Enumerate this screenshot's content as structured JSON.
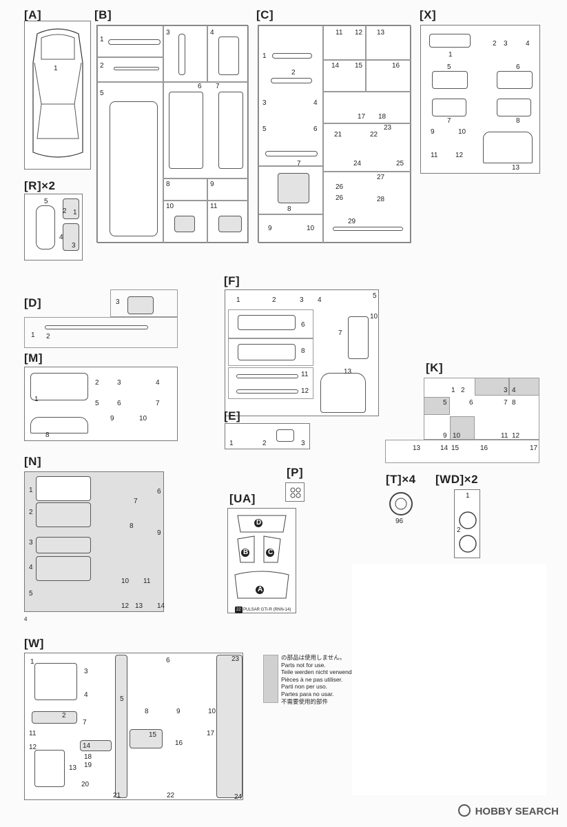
{
  "sections": {
    "A": {
      "label": "[A]",
      "parts": [
        "1"
      ]
    },
    "B": {
      "label": "[B]",
      "parts": [
        "1",
        "2",
        "3",
        "4",
        "5",
        "6",
        "7",
        "8",
        "9",
        "10",
        "11"
      ]
    },
    "C": {
      "label": "[C]",
      "parts": [
        "1",
        "2",
        "3",
        "4",
        "5",
        "6",
        "7",
        "8",
        "9",
        "10",
        "11",
        "12",
        "13",
        "14",
        "15",
        "16",
        "17",
        "18",
        "21",
        "22",
        "23",
        "24",
        "25",
        "26",
        "26",
        "27",
        "28",
        "29"
      ]
    },
    "X": {
      "label": "[X]",
      "parts": [
        "1",
        "2",
        "3",
        "4",
        "5",
        "6",
        "7",
        "8",
        "9",
        "10",
        "11",
        "12",
        "13"
      ]
    },
    "R": {
      "label": "[R]×2",
      "parts": [
        "1",
        "2",
        "3",
        "4",
        "5"
      ]
    },
    "D": {
      "label": "[D]",
      "parts": [
        "1",
        "2",
        "3"
      ]
    },
    "F": {
      "label": "[F]",
      "parts": [
        "1",
        "2",
        "3",
        "4",
        "5",
        "6",
        "7",
        "8",
        "10",
        "11",
        "12",
        "13"
      ]
    },
    "M": {
      "label": "[M]",
      "parts": [
        "1",
        "2",
        "3",
        "4",
        "5",
        "6",
        "7",
        "8",
        "9",
        "10"
      ]
    },
    "E": {
      "label": "[E]",
      "parts": [
        "1",
        "2",
        "3"
      ]
    },
    "K": {
      "label": "[K]",
      "parts": [
        "1",
        "2",
        "3",
        "4",
        "5",
        "6",
        "7",
        "8",
        "9",
        "10",
        "11",
        "12",
        "13",
        "14",
        "15",
        "16",
        "17"
      ]
    },
    "N": {
      "label": "[N]",
      "parts": [
        "1",
        "2",
        "3",
        "4",
        "5",
        "6",
        "7",
        "8",
        "9",
        "10",
        "11",
        "12",
        "13",
        "14"
      ]
    },
    "P": {
      "label": "[P]"
    },
    "UA": {
      "label": "[UA]",
      "letters": [
        "D",
        "B",
        "C",
        "A"
      ],
      "footer_badge": "22",
      "footer_text": "PULSAR GTI-R (RNN-14)"
    },
    "T": {
      "label": "[T]×4",
      "part": "96"
    },
    "WD": {
      "label": "[WD]×2",
      "parts": [
        "1",
        "2"
      ]
    },
    "W": {
      "label": "[W]",
      "parts": [
        "1",
        "2",
        "3",
        "4",
        "5",
        "6",
        "7",
        "8",
        "9",
        "10",
        "11",
        "12",
        "13",
        "14",
        "15",
        "16",
        "17",
        "18",
        "19",
        "20",
        "21",
        "22",
        "23",
        "24"
      ]
    }
  },
  "legend": {
    "lines": [
      "の部品は使用しません。",
      "Parts not for use.",
      "Teile werden nicht verwendet.",
      "Pièces à ne pas utiliser.",
      "Parti non per uso.",
      "Partes para no usar.",
      "不需要使用的部件"
    ]
  },
  "page_number": "4",
  "watermark": "HOBBY SEARCH"
}
